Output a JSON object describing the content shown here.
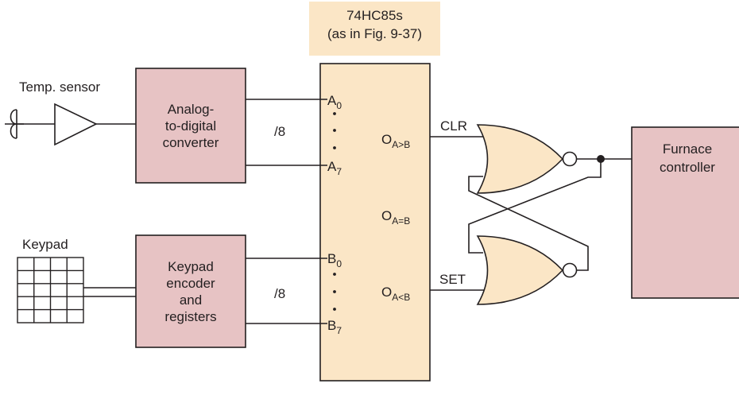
{
  "chip": {
    "title_line1": "74HC85s",
    "title_line2": "(as in Fig. 9-37)",
    "pins": {
      "a0": {
        "main": "A",
        "sub": "0"
      },
      "a7": {
        "main": "A",
        "sub": "7"
      },
      "b0": {
        "main": "B",
        "sub": "0"
      },
      "b7": {
        "main": "B",
        "sub": "7"
      },
      "o_gt": {
        "main": "O",
        "sub": "A>B"
      },
      "o_eq": {
        "main": "O",
        "sub": "A=B"
      },
      "o_lt": {
        "main": "O",
        "sub": "A<B"
      }
    }
  },
  "sensor": {
    "label": "Temp. sensor"
  },
  "keypad": {
    "label": "Keypad"
  },
  "adc": {
    "line1": "Analog-",
    "line2": "to-digital",
    "line3": "converter"
  },
  "encoder": {
    "line1": "Keypad",
    "line2": "encoder",
    "line3": "and",
    "line4": "registers"
  },
  "bus": {
    "top_width": "/8",
    "bottom_width": "/8"
  },
  "signals": {
    "clr": "CLR",
    "set": "SET"
  },
  "furnace": {
    "line1": "Furnace",
    "line2": "controller"
  },
  "colors": {
    "pink_fill": "#e7c3c4",
    "chip_fill": "#fbe6c6",
    "line": "#231f20"
  }
}
